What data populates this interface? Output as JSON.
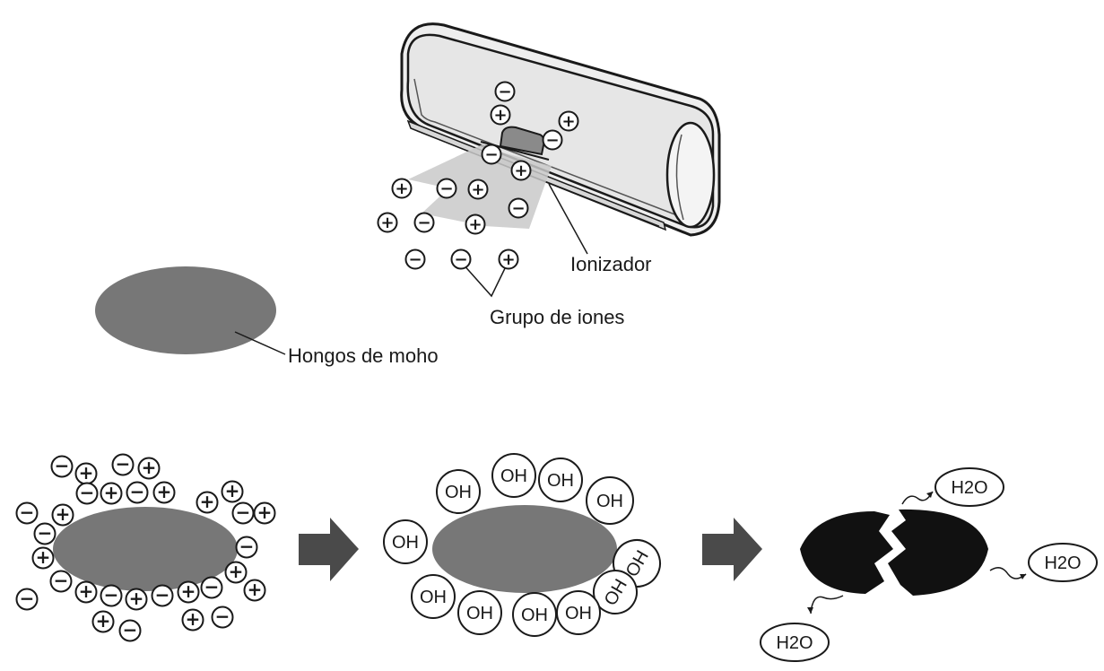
{
  "labels": {
    "ionizer": "Ionizador",
    "ion_group": "Grupo de iones",
    "mold": "Hongos de moho"
  },
  "ion_symbols": {
    "positive": "+",
    "negative": "−"
  },
  "hydroxyl_label": "OH",
  "water_label": "H2O",
  "colors": {
    "mold_gray": "#777777",
    "mold_broken": "#111111",
    "arrow": "#4a4a4a",
    "airflow": "#c9c9c9",
    "outline": "#1a1a1a"
  }
}
